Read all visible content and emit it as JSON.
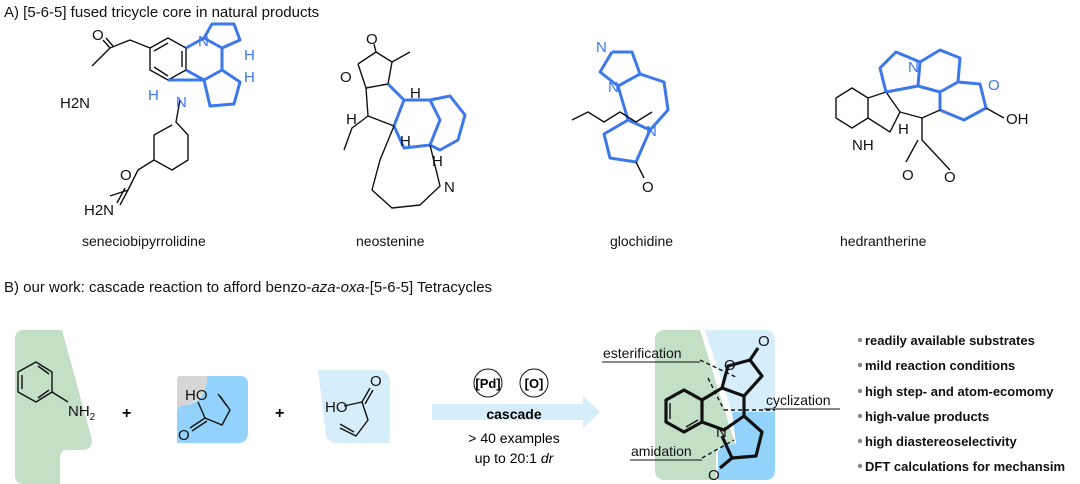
{
  "section_a": {
    "title": "A) [5-6-5] fused tricycle core in natural products",
    "compounds": [
      {
        "name": "seneciobipyrrolidine",
        "atoms": [
          "H2N",
          "O",
          "H2N",
          "O",
          "N",
          "N",
          "H",
          "H",
          "H"
        ]
      },
      {
        "name": "neostenine",
        "atoms": [
          "O",
          "O",
          "H",
          "H",
          "H",
          "H",
          "N"
        ]
      },
      {
        "name": "glochidine",
        "atoms": [
          "N",
          "N",
          "N",
          "O"
        ]
      },
      {
        "name": "hedrantherine",
        "atoms": [
          "N",
          "O",
          "OH",
          "NH",
          "H",
          "O",
          "O"
        ]
      }
    ]
  },
  "section_b": {
    "title_prefix": "B) our work: cascade reaction to afford benzo-",
    "title_italic1": "aza",
    "title_dash": "-",
    "title_italic2": "oxa",
    "title_suffix": "-[5-6-5] Tetracycles",
    "reactants": {
      "aniline": {
        "label": "NH",
        "sub": "2"
      },
      "acid1": {
        "ho": "HO",
        "o": "O"
      },
      "acid2": {
        "ho": "HO",
        "o": "O"
      },
      "plus": "+"
    },
    "conditions": {
      "catalyst": "[Pd]",
      "oxidant": "[O]",
      "cascade": "cascade",
      "examples": "> 40 examples",
      "dr_prefix": "up to 20:1 ",
      "dr_italic": "dr"
    },
    "product": {
      "labels": {
        "esterification": "esterification",
        "cyclization": "cyclization",
        "amidation": "amidation"
      },
      "atoms": {
        "o_ring": "O",
        "o_carbonyl1": "O",
        "n": "N",
        "o_carbonyl2": "O"
      }
    },
    "features": [
      "readily available substrates",
      "mild reaction conditions",
      "high step- and atom-ecomomy",
      "high-value products",
      "high diastereoselectivity",
      "DFT calculations for mechansim"
    ],
    "colors": {
      "green": "#c3dfc6",
      "blue": "#93d3fb",
      "light_blue": "#d6eefc",
      "gray": "#d6d6d6",
      "bond_blue": "#3c78ea"
    }
  }
}
